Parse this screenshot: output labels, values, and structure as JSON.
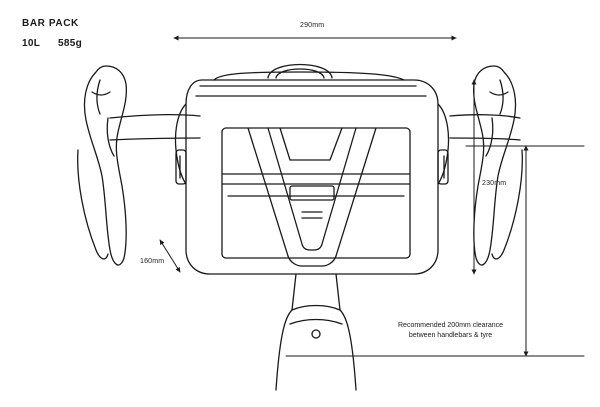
{
  "product": {
    "title": "BAR PACK",
    "volume": "10L",
    "weight": "585g"
  },
  "dimensions": {
    "width": "290mm",
    "height": "230mm",
    "depth": "160mm"
  },
  "clearance_note": {
    "line1": "Recommended 200mm clearance",
    "line2": "between handlebars & tyre"
  },
  "colors": {
    "line": "#1a1a1a",
    "background": "#ffffff"
  }
}
